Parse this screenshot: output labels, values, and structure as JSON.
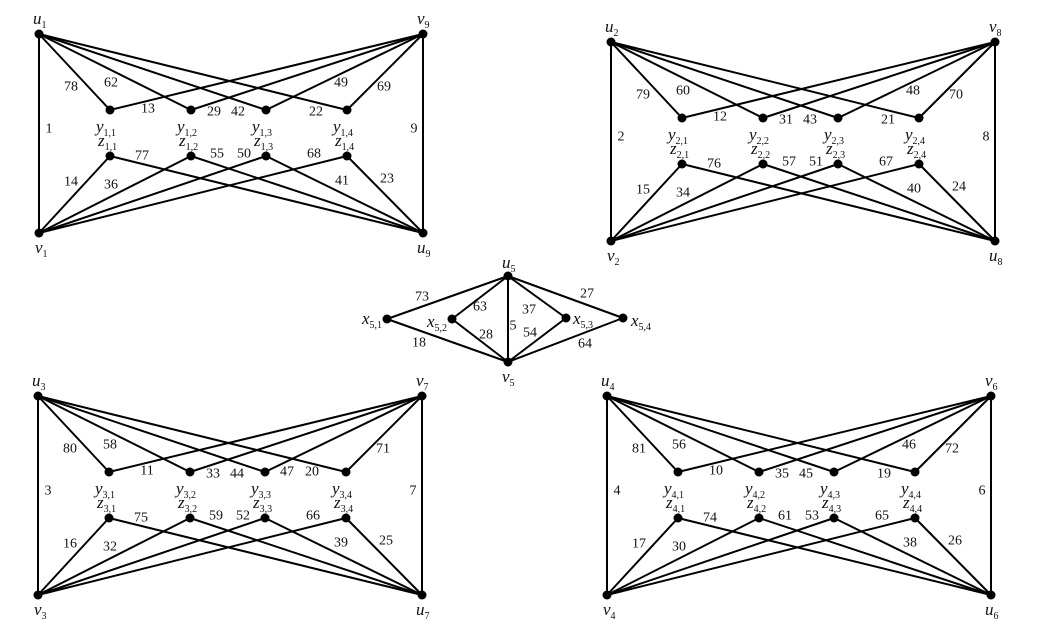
{
  "panels": [
    {
      "top_left": {
        "name": "u",
        "sub": "1"
      },
      "top_right": {
        "name": "v",
        "sub": "9"
      },
      "bottom_left": {
        "name": "v",
        "sub": "1"
      },
      "bottom_right": {
        "name": "u",
        "sub": "9"
      },
      "y_subs": [
        "1,1",
        "1,2",
        "1,3",
        "1,4"
      ],
      "z_subs": [
        "1,1",
        "1,2",
        "1,3",
        "1,4"
      ],
      "weights": [
        "78",
        "62",
        "13",
        "29",
        "42",
        "22",
        "49",
        "69",
        "1",
        "9",
        "77",
        "55",
        "50",
        "68",
        "14",
        "36",
        "41",
        "23"
      ]
    },
    {
      "top_left": {
        "name": "u",
        "sub": "2"
      },
      "top_right": {
        "name": "v",
        "sub": "8"
      },
      "bottom_left": {
        "name": "v",
        "sub": "2"
      },
      "bottom_right": {
        "name": "u",
        "sub": "8"
      },
      "y_subs": [
        "2,1",
        "2,2",
        "2,3",
        "2,4"
      ],
      "z_subs": [
        "2,1",
        "2,2",
        "2,3",
        "2,4"
      ],
      "weights": [
        "79",
        "60",
        "12",
        "31",
        "43",
        "21",
        "48",
        "70",
        "2",
        "8",
        "76",
        "57",
        "51",
        "67",
        "15",
        "34",
        "40",
        "24"
      ]
    },
    {
      "top_left": {
        "name": "u",
        "sub": "3"
      },
      "top_right": {
        "name": "v",
        "sub": "7"
      },
      "bottom_left": {
        "name": "v",
        "sub": "3"
      },
      "bottom_right": {
        "name": "u",
        "sub": "7"
      },
      "y_subs": [
        "3,1",
        "3,2",
        "3,3",
        "3,4"
      ],
      "z_subs": [
        "3,1",
        "3,2",
        "3,3",
        "3,4"
      ],
      "weights": [
        "80",
        "58",
        "11",
        "33",
        "44",
        "20",
        "47",
        "71",
        "3",
        "7",
        "75",
        "59",
        "52",
        "66",
        "16",
        "32",
        "39",
        "25"
      ]
    },
    {
      "top_left": {
        "name": "u",
        "sub": "4"
      },
      "top_right": {
        "name": "v",
        "sub": "6"
      },
      "bottom_left": {
        "name": "v",
        "sub": "4"
      },
      "bottom_right": {
        "name": "u",
        "sub": "6"
      },
      "y_subs": [
        "4,1",
        "4,2",
        "4,3",
        "4,4"
      ],
      "z_subs": [
        "4,1",
        "4,2",
        "4,3",
        "4,4"
      ],
      "weights": [
        "81",
        "56",
        "10",
        "35",
        "45",
        "19",
        "46",
        "72",
        "4",
        "6",
        "74",
        "61",
        "53",
        "65",
        "17",
        "30",
        "38",
        "26"
      ]
    }
  ],
  "center": {
    "top": {
      "name": "u",
      "sub": "5"
    },
    "bottom": {
      "name": "v",
      "sub": "5"
    },
    "x_nodes": [
      {
        "name": "x",
        "sub": "5,1"
      },
      {
        "name": "x",
        "sub": "5,2"
      },
      {
        "name": "x",
        "sub": "5,3"
      },
      {
        "name": "x",
        "sub": "5,4"
      }
    ],
    "weights": [
      "73",
      "18",
      "63",
      "28",
      "5",
      "37",
      "54",
      "27",
      "64"
    ]
  }
}
